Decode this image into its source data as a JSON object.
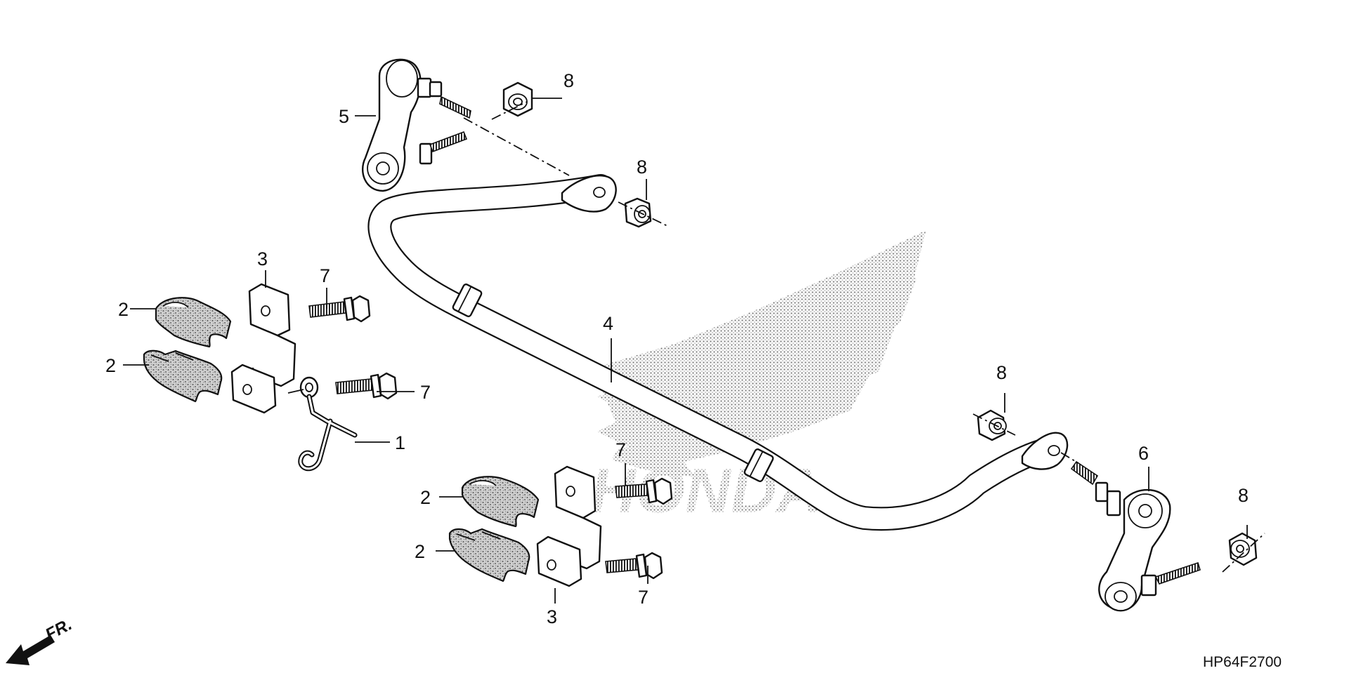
{
  "diagram": {
    "code": "HP64F2700",
    "direction_label": "FR.",
    "watermark_text": "HONDA",
    "colors": {
      "ink": "#111111",
      "paper": "#ffffff",
      "watermark": "#9a9a9a"
    },
    "callouts": {
      "c1": "1",
      "c2a": "2",
      "c2b": "2",
      "c2c": "2",
      "c2d": "2",
      "c3a": "3",
      "c3b": "3",
      "c4": "4",
      "c5": "5",
      "c6": "6",
      "c7a": "7",
      "c7b": "7",
      "c7c": "7",
      "c7d": "7",
      "c8a": "8",
      "c8b": "8",
      "c8c": "8",
      "c8d": "8"
    }
  }
}
